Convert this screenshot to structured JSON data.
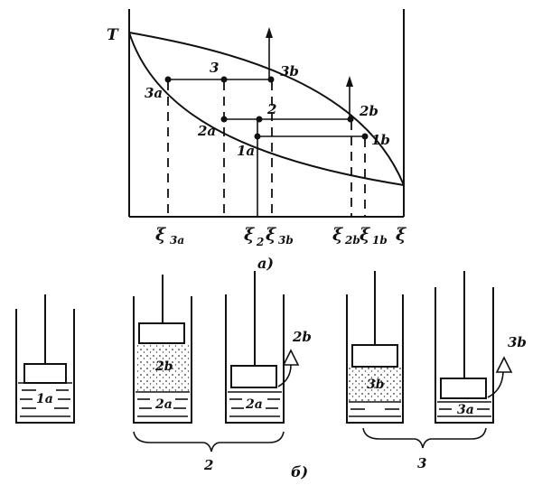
{
  "diagram_a": {
    "axis_t": "T",
    "axis_xi": "ξ",
    "caption": "a)",
    "points": {
      "p3": "3",
      "p3a": "3a",
      "p3b": "3b",
      "p2": "2",
      "p2a": "2a",
      "p2b": "2b",
      "p1a": "1a",
      "p1b": "1b"
    },
    "ticks": {
      "xi3a": "ξ",
      "xi3a_sub": "3a",
      "xi2": "ξ",
      "xi2_sub": "2",
      "xi3b": "ξ",
      "xi3b_sub": "3b",
      "xi2b": "ξ",
      "xi2b_sub": "2b",
      "xi1b": "ξ",
      "xi1b_sub": "1b"
    }
  },
  "diagram_b": {
    "caption": "б)",
    "cyl1_liquid": "1a",
    "cyl2a_vapor": "2b",
    "cyl2a_liquid": "2a",
    "cyl2b_liquid": "2a",
    "cyl2b_out": "2b",
    "group2": "2",
    "cyl3a_vapor": "3b",
    "cyl3b_liquid": "3a",
    "cyl3b_out": "3b",
    "group3": "3"
  }
}
